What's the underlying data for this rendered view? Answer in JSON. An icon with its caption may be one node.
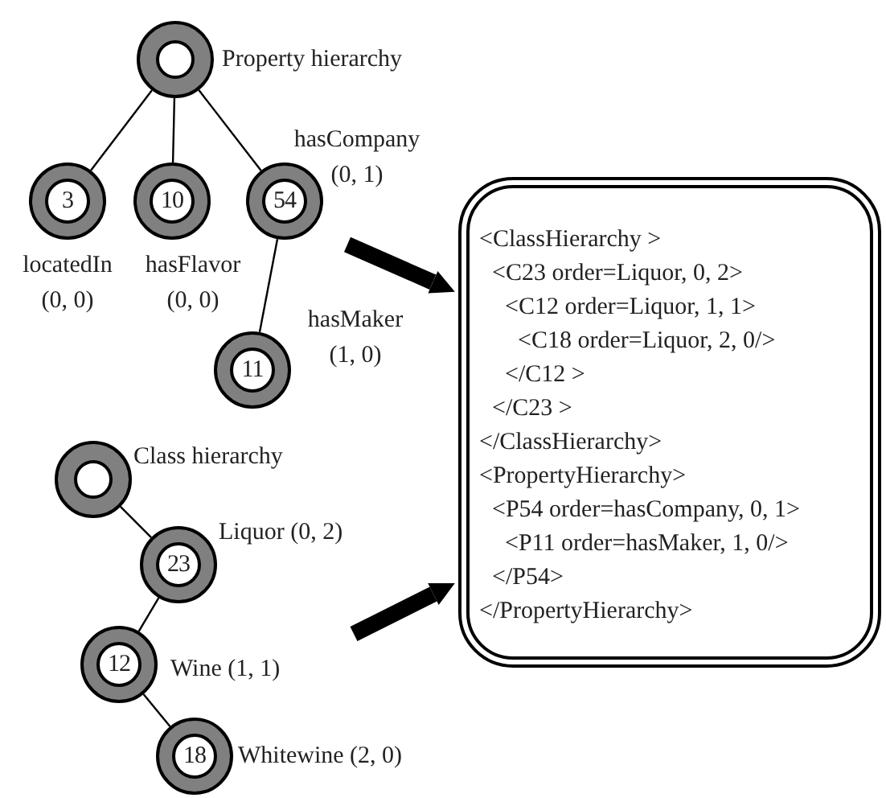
{
  "diagram": {
    "nodes": [
      {
        "text": [],
        "shape": "circle",
        "beside": [
          "Property hierarchy"
        ]
      },
      {
        "text": [
          "3"
        ],
        "beside": [
          "locatedIn (0, 0)"
        ]
      },
      {
        "text": [
          "10"
        ],
        "beside": [
          "hasFlavor (0, 0)"
        ]
      },
      {
        "text": [
          "54"
        ],
        "beside": [
          "hasCompany (0, 1)"
        ]
      },
      {
        "text": [
          "11"
        ],
        "beside": [
          "hasMaker (1, 0)"
        ]
      },
      {
        "text": [],
        "shape": "circle",
        "beside": [
          "Class hierarchy"
        ]
      },
      {
        "text": [
          "23"
        ],
        "beside": [
          "Liquor (0, 2)"
        ]
      },
      {
        "text": [
          "12"
        ],
        "beside": [
          "Wine (1, 1)"
        ]
      },
      {
        "text": [
          "18"
        ],
        "beside": [
          "Whitewine (2, 0)"
        ]
      },
      {
        "text": [
          "<ClassHierarchy >",
          "<C23 order=Liquor, 0, 2>",
          "<C12 order=Liquor, 1, 1>",
          "<C18 order=Liquor, 2, 0/>",
          "</C12 >",
          "</C23 >",
          "</ClassHierarchy>",
          "<PropertyHierarchy>",
          "<P54 order=hasCompany, 0, 1>",
          "<P11 order=hasMaker, 1, 0/>",
          "</P54>",
          "</PropertyHierarchy>"
        ]
      }
    ],
    "edges": [
      {
        "from": 0,
        "to": 1,
        "arrow": "none"
      },
      {
        "from": 0,
        "to": 2,
        "arrow": "none"
      },
      {
        "from": 0,
        "to": 3,
        "arrow": "none"
      },
      {
        "from": 3,
        "to": 4,
        "arrow": "none"
      },
      {
        "from": 5,
        "to": 6,
        "arrow": "none"
      },
      {
        "from": 6,
        "to": 7,
        "arrow": "none"
      },
      {
        "from": 7,
        "to": 8,
        "arrow": "none"
      },
      {
        "from": null,
        "to": 9,
        "arrow": "to",
        "style": "thick"
      },
      {
        "from": null,
        "to": 9,
        "arrow": "to",
        "style": "thick"
      }
    ]
  }
}
